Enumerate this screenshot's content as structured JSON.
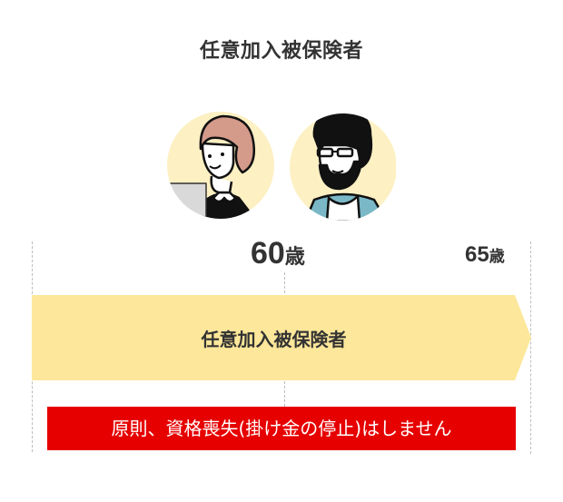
{
  "header": {
    "title": "任意加入被保険者"
  },
  "avatars": [
    {
      "name": "woman-avatar",
      "description": "woman with pink hair and laptop"
    },
    {
      "name": "man-avatar",
      "description": "bearded man with glasses in blue jacket"
    }
  ],
  "timeline": {
    "ages": [
      {
        "number": "60",
        "unit": "歳"
      },
      {
        "number": "65",
        "unit": "歳"
      }
    ],
    "band_label": "任意加入被保険者",
    "notice": "原則、資格喪失(掛け金の停止)はしません"
  },
  "colors": {
    "band": "#fde79a",
    "avatar_bg": "#fdf0c3",
    "notice_bg": "#e60000",
    "hair": "#d49a8a",
    "jacket": "#7ab8c8"
  }
}
